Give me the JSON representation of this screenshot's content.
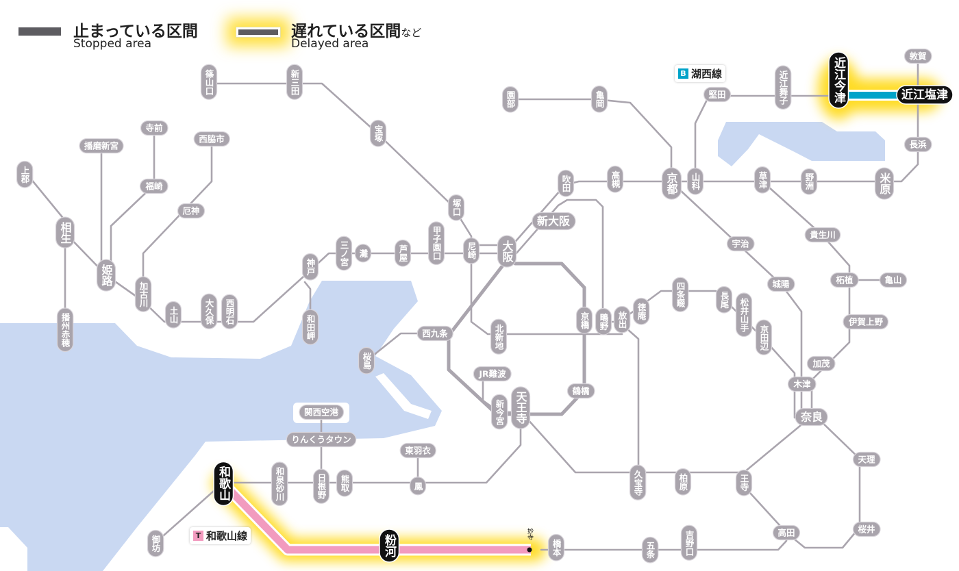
{
  "legend": {
    "stopped_jp": "止まっている区間",
    "stopped_en": "Stopped area",
    "delayed_jp": "遅れている区間",
    "delayed_jp_suffix": "など",
    "delayed_en": "Delayed area"
  },
  "colors": {
    "stopped": "#5d5c61",
    "delay_glow": "#ffd600",
    "kosei_line": "#00a3c9",
    "wakayama_line": "#f29bbf",
    "line_grey": "#aaa5ae",
    "water": "#c9d8f2"
  },
  "line_labels": {
    "kosei_letter": "B",
    "kosei_name": "湖西線",
    "wakayama_letter": "T",
    "wakayama_name": "和歌山線"
  },
  "stations": {
    "sasayamaguchi": "篠山口",
    "shinsanda": "新三田",
    "takarazuka": "宝塚",
    "tsukaguchi": "塚口",
    "amagasaki": "尼崎",
    "koshienguchi": "甲子園口",
    "ashiya": "芦屋",
    "nada": "灘",
    "sannomiya": "三ノ宮",
    "kobe": "神戸",
    "wadamisaki": "和田岬",
    "nishiakashi": "西明石",
    "okubo": "大久保",
    "tsuchiyama": "土山",
    "kakogawa": "加古川",
    "himeji": "姫路",
    "aioi": "相生",
    "kamigori": "上郡",
    "banshuako": "播州赤穂",
    "harimashingu": "播磨新宮",
    "teramae": "寺前",
    "fukusaki": "福崎",
    "nishiwakishi": "西脇市",
    "yakujin": "厄神",
    "osaka": "大阪",
    "shinosaka": "新大阪",
    "suita": "吹田",
    "takatsuki": "高槻",
    "kyoto": "京都",
    "yamashina": "山科",
    "kameoka": "亀岡",
    "sonobe": "園部",
    "katata": "堅田",
    "omimaiko": "近江舞子",
    "omiimazu": "近江今津",
    "omishiotsu": "近江塩津",
    "tsuruga": "敦賀",
    "nagahama": "長浜",
    "maibara": "米原",
    "yasu": "野洲",
    "kusatsu": "草津",
    "uji": "宇治",
    "joyo": "城陽",
    "kibukawa": "貴生川",
    "tsuge": "柘植",
    "kameyama": "亀山",
    "igaueno": "伊賀上野",
    "kamo": "加茂",
    "kizu": "木津",
    "nara": "奈良",
    "tenri": "天理",
    "sakurai": "桜井",
    "takada": "高田",
    "oji": "王寺",
    "kashiwara": "柏原",
    "kyuhoji": "久宝寺",
    "kyotanabe": "京田辺",
    "matsuiyamate": "松井山手",
    "nagao": "長尾",
    "shijonawate": "四条畷",
    "tokuan": "徳庵",
    "hanaten": "放出",
    "shigino": "鴫野",
    "kyobashi": "京橋",
    "kitashinchi": "北新地",
    "nishikujo": "西九条",
    "sakurajima": "桜島",
    "jrnamba": "JR難波",
    "shinimamiya": "新今宮",
    "tennoji": "天王寺",
    "tsuruhashi": "鶴橋",
    "kansaikuko": "関西空港",
    "rinkutown": "りんくうタウン",
    "higashihagoromo": "東羽衣",
    "otori": "鳳",
    "kumatori": "熊取",
    "hineno": "日根野",
    "izumisunagawa": "和泉砂川",
    "wakayama": "和歌山",
    "gobo": "御坊",
    "kokawa": "粉河",
    "myoji": "妙寺",
    "hashimoto": "橋本",
    "gojo": "五条",
    "yoshinoguchi": "吉野口"
  }
}
